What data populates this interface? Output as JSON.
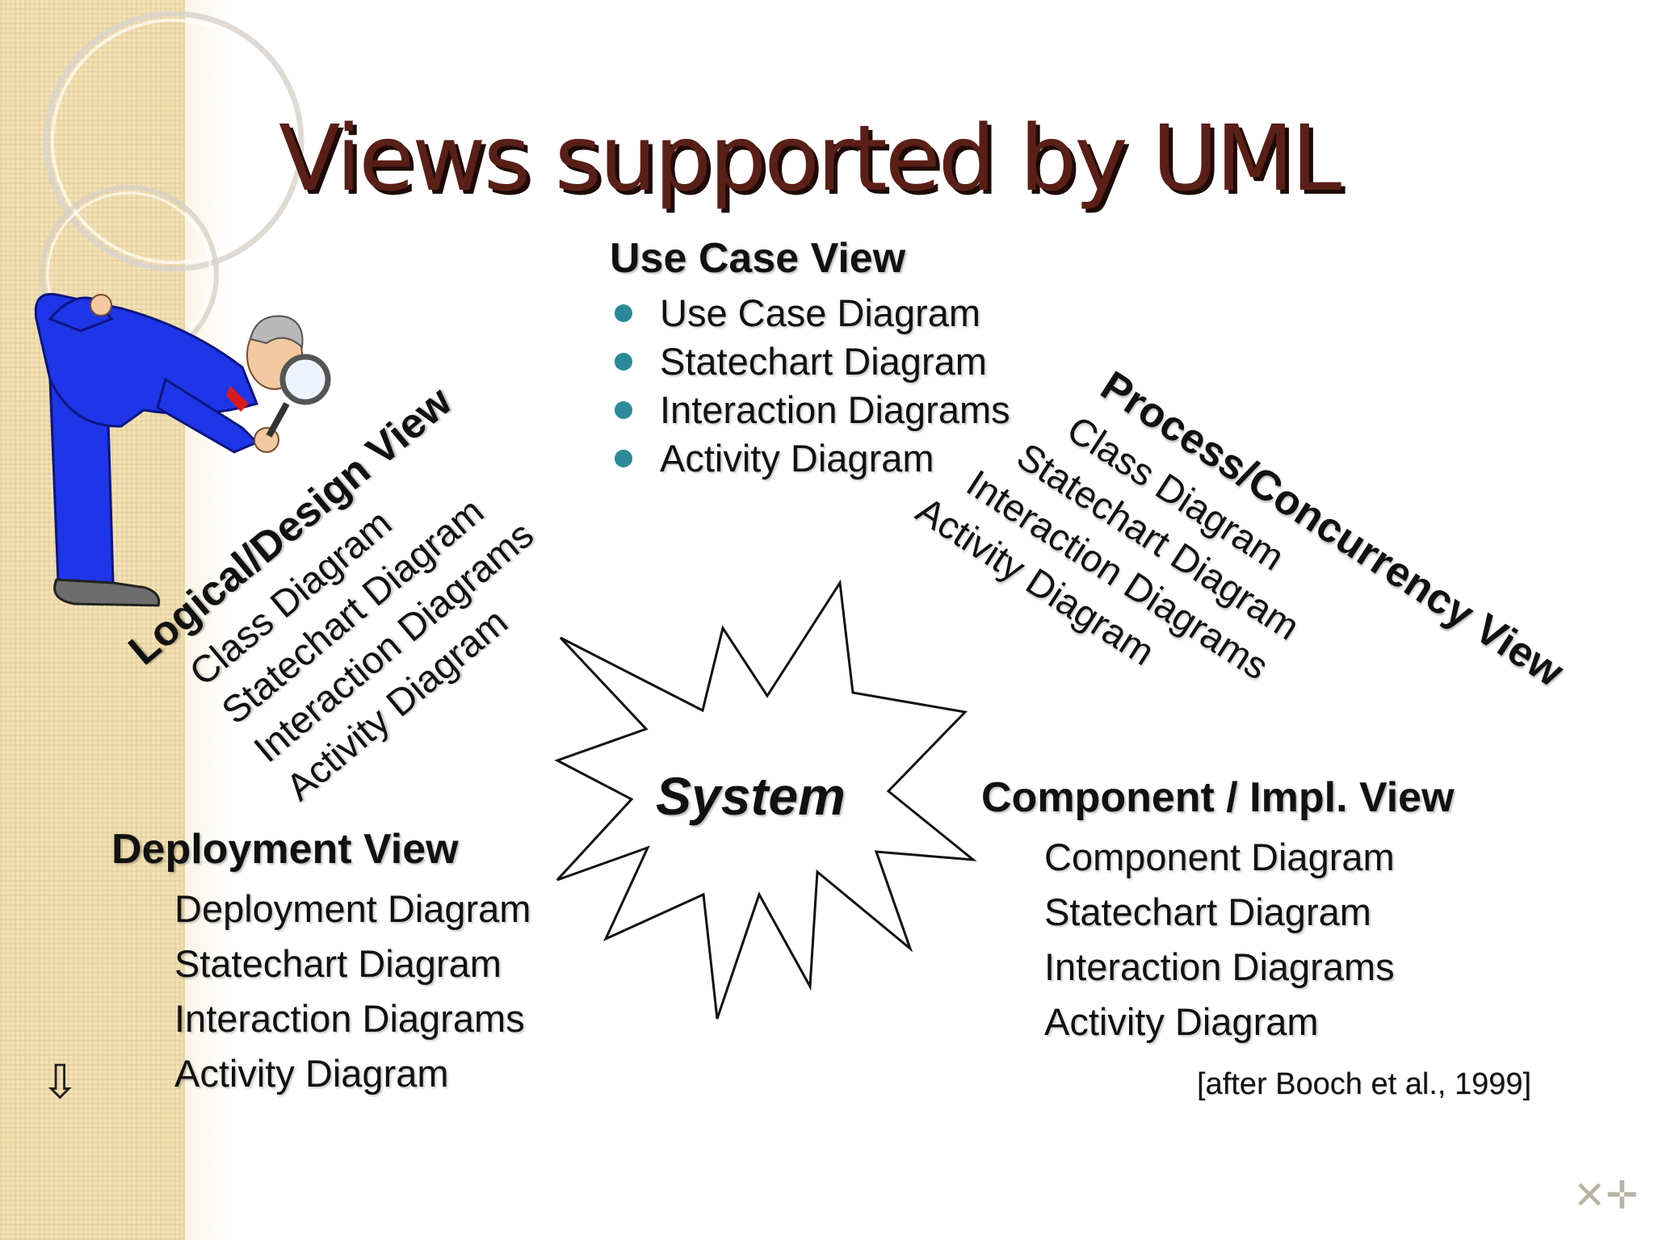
{
  "slide": {
    "title": "Views supported by UML",
    "center_label": "System",
    "citation": "[after Booch et al., 1999]",
    "nav_arrow": "⇩",
    "corner_mark": "✕✛"
  },
  "use_case_view": {
    "heading": "Use Case View",
    "items": [
      "Use Case Diagram",
      "Statechart Diagram",
      "Interaction Diagrams",
      "Activity Diagram"
    ]
  },
  "logical_view": {
    "heading": "Logical/Design View",
    "items": [
      "Class Diagram",
      "Statechart Diagram",
      "Interaction Diagrams",
      "Activity Diagram"
    ]
  },
  "process_view": {
    "heading": "Process/Concurrency View",
    "items": [
      "Class Diagram",
      "Statechart Diagram",
      "Interaction Diagrams",
      "Activity Diagram"
    ]
  },
  "deployment_view": {
    "heading": "Deployment View",
    "items": [
      "Deployment Diagram",
      "Statechart Diagram",
      "Interaction Diagrams",
      "Activity Diagram"
    ]
  },
  "component_view": {
    "heading": "Component / Impl. View",
    "items": [
      "Component Diagram",
      "Statechart Diagram",
      "Interaction Diagrams",
      "Activity Diagram"
    ]
  },
  "colors": {
    "title": "#5a1f17",
    "bullet": "#2b8a99",
    "side_band": "#f3e2b6",
    "figure_suit": "#1f35e8"
  },
  "icons": {
    "figure": "inspector-with-magnifying-glass-icon",
    "burst": "starburst-icon"
  }
}
